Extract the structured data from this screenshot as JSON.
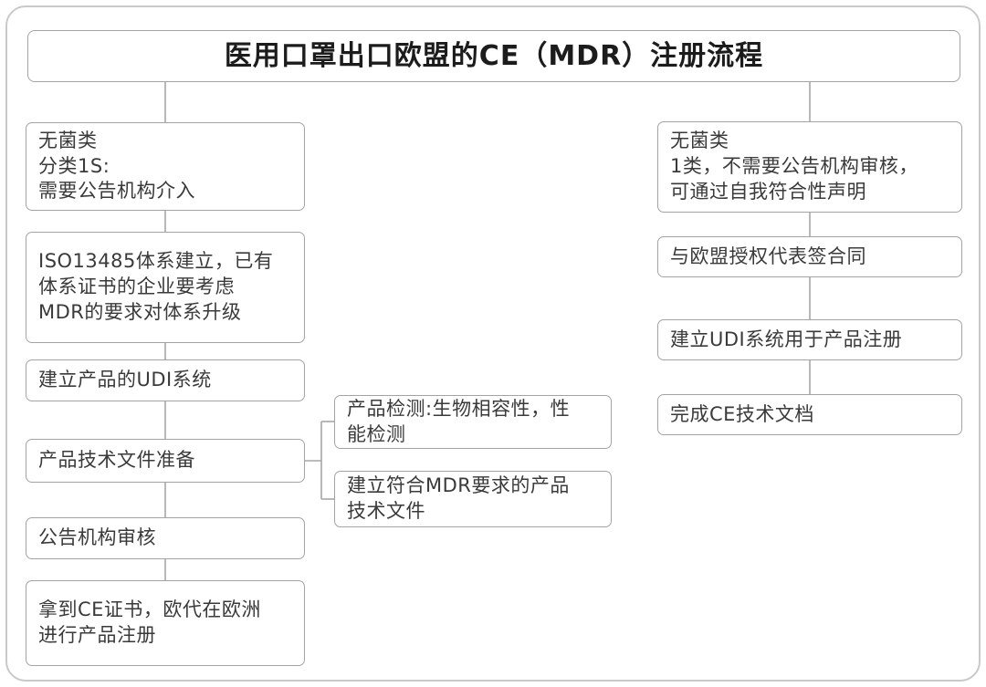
{
  "title": "医用口罩出口欧盟的CE（MDR）注册流程",
  "left_branch": {
    "label": "sterile-path",
    "steps": [
      "无菌类\n分类1S:\n需要公告机构介入",
      "ISO13485体系建立，已有\n体系证书的企业要考虑\nMDR的要求对体系升级",
      "建立产品的UDI系统",
      "产品技术文件准备",
      "公告机构审核",
      "拿到CE证书，欧代在欧洲\n进行产品注册"
    ]
  },
  "detail_branch": {
    "label": "tech-file-details",
    "steps": [
      "产品检测:生物相容性，性\n能检测",
      "建立符合MDR要求的产品\n技术文件"
    ]
  },
  "right_branch": {
    "label": "self-declaration-path",
    "steps": [
      "无菌类\n1类，不需要公告机构审核，\n可通过自我符合性声明",
      "与欧盟授权代表签合同",
      "建立UDI系统用于产品注册",
      "完成CE技术文档"
    ]
  },
  "colors": {
    "box_border": "#a3a3a3",
    "connector": "#a6a6a6",
    "text": "#3a3a3a",
    "background": "#ffffff"
  }
}
